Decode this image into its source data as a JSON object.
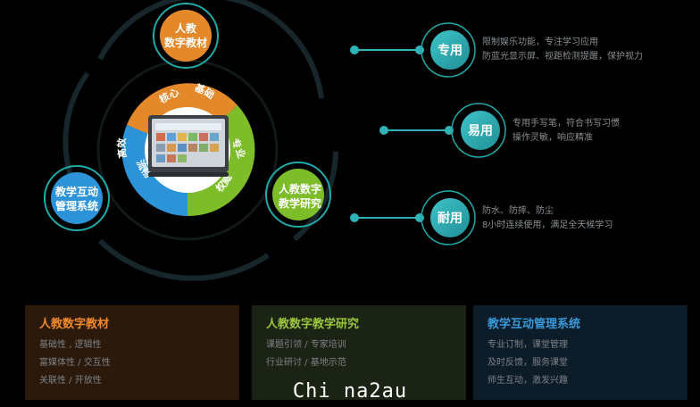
{
  "core": {
    "segments": [
      "核心",
      "基础",
      "专业",
      "权威",
      "流畅",
      "高效"
    ],
    "colors": {
      "orange": "#e3892a",
      "green": "#7dbd2a",
      "blue": "#2d93d8"
    }
  },
  "nodes": {
    "materials": [
      "人教",
      "数字教材"
    ],
    "research": [
      "人教数字",
      "教学研究"
    ],
    "system": [
      "教学互动",
      "管理系统"
    ]
  },
  "features": [
    {
      "label": "专用",
      "lines": [
        "限制娱乐功能，专注学习应用",
        "防蓝光显示屏、视距检测提醒，保护视力"
      ]
    },
    {
      "label": "易用",
      "lines": [
        "专用手写笔，符合书写习惯",
        "操作灵敏，响应精准"
      ]
    },
    {
      "label": "耐用",
      "lines": [
        "防水、防摔、防尘",
        "8小时连续使用，满足全天候学习"
      ]
    }
  ],
  "cards": [
    {
      "title": "人教数字教材",
      "title_color": "#f08a2a",
      "lines": [
        "基础性 , 逻辑性",
        "富媒体性  /  交互性",
        "关联性  /  开放性"
      ]
    },
    {
      "title": "人教数字教学研究",
      "title_color": "#9bc53d",
      "lines": [
        "课题引领  /  专家培训",
        "行业研讨  /  基地示范"
      ]
    },
    {
      "title": "教学互动管理系统",
      "title_color": "#3a9ad9",
      "lines": [
        "专业订制，课堂管理",
        "及时反馈，服务课堂",
        "师生互动，激发兴趣"
      ]
    }
  ],
  "watermark": "Chi na2au"
}
